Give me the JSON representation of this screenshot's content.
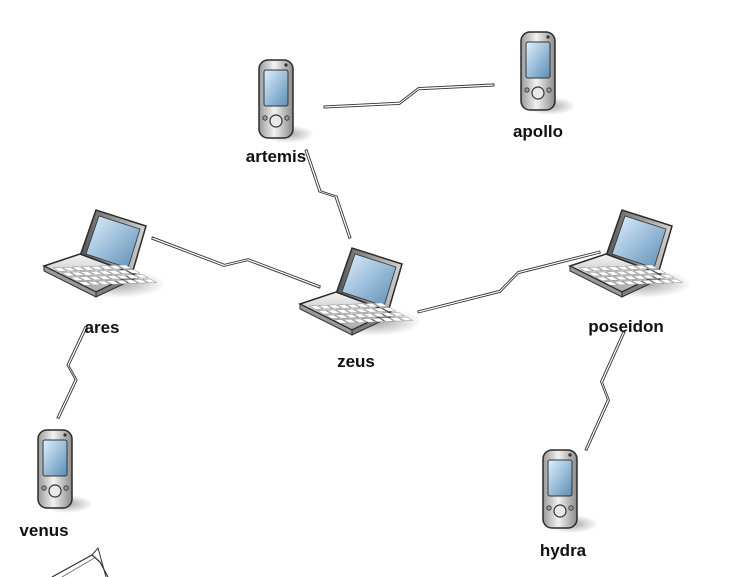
{
  "diagram": {
    "colors": {
      "background": "#ffffff",
      "link": "#333333",
      "device_body": "#c9c9c9",
      "device_dark": "#2b2b2b",
      "screen": "#6f9ec2",
      "label": "#111111"
    },
    "nodes": [
      {
        "id": "artemis",
        "label": "artemis",
        "kind": "pda"
      },
      {
        "id": "apollo",
        "label": "apollo",
        "kind": "pda"
      },
      {
        "id": "ares",
        "label": "ares",
        "kind": "laptop"
      },
      {
        "id": "zeus",
        "label": "zeus",
        "kind": "laptop"
      },
      {
        "id": "poseidon",
        "label": "poseidon",
        "kind": "laptop"
      },
      {
        "id": "venus",
        "label": "venus",
        "kind": "pda"
      },
      {
        "id": "hydra",
        "label": "hydra",
        "kind": "pda"
      }
    ],
    "links": [
      {
        "from": "artemis",
        "to": "apollo",
        "type": "wireless"
      },
      {
        "from": "artemis",
        "to": "zeus",
        "type": "wireless"
      },
      {
        "from": "ares",
        "to": "zeus",
        "type": "wireless"
      },
      {
        "from": "zeus",
        "to": "poseidon",
        "type": "wireless"
      },
      {
        "from": "ares",
        "to": "venus",
        "type": "wireless"
      },
      {
        "from": "poseidon",
        "to": "hydra",
        "type": "wireless"
      }
    ]
  }
}
